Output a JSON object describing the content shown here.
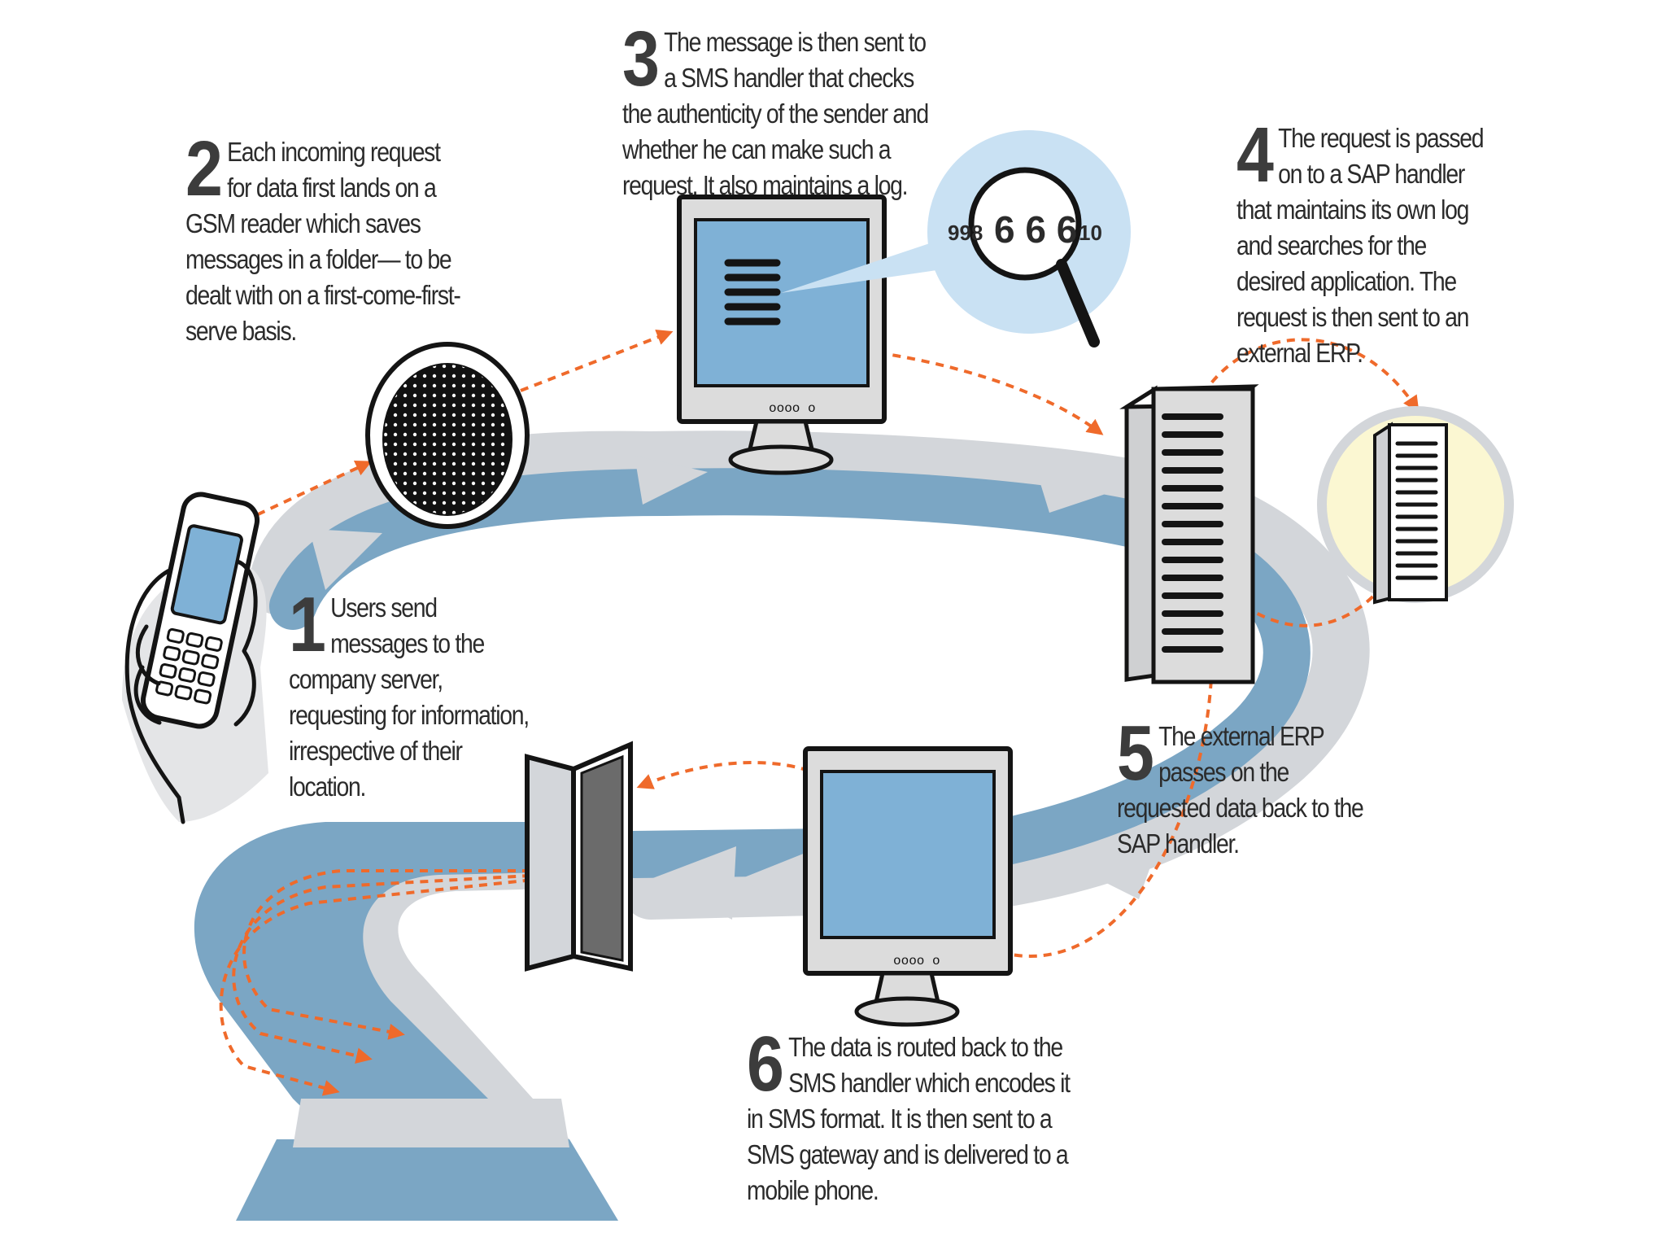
{
  "steps": [
    {
      "number": "1",
      "text": "Users send messages to the company server, requesting for information, irrespective of their location."
    },
    {
      "number": "2",
      "text": "Each incoming request for data first lands on a GSM reader which saves messages in a folder— to be dealt with on a first-come-first-serve basis."
    },
    {
      "number": "3",
      "text": "The message is then sent to a SMS handler that checks the authenticity of the sender and whether he can make such a request. It also maintains a log."
    },
    {
      "number": "4",
      "text": "The request is passed on to a SAP handler that maintains its own log and searches for the desired application. The request is then sent to an external ERP."
    },
    {
      "number": "5",
      "text": "The external ERP passes on the requested data back to the SAP handler."
    },
    {
      "number": "6",
      "text": "The data is routed back to the SMS handler which encodes it in SMS format. It is then sent to a SMS gateway and is delivered to a mobile phone."
    }
  ],
  "magnifier_readout": {
    "left": "998",
    "main": "6 6 6",
    "right": "10"
  },
  "device_labels": {
    "monitor_top_buttons": "oooo o",
    "monitor_bottom_buttons": "oooo o"
  },
  "colors": {
    "flow_blue": "#7ba6c4",
    "flow_grey": "#d3d6da",
    "screen_blue": "#7fb1d6",
    "accent_orange": "#ef6a2b",
    "bubble_blue": "#c9e1f3",
    "erp_cream": "#fbf7d2",
    "outline": "#141414"
  }
}
